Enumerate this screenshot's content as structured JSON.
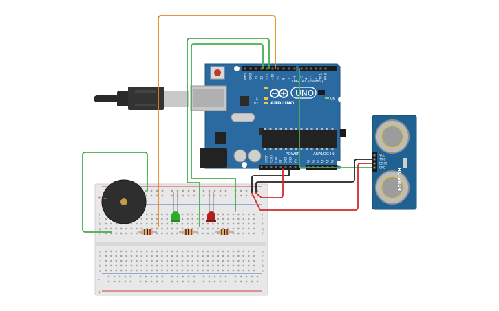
{
  "colors": {
    "background": "#ffffff",
    "board": "#2b6aa0",
    "board_edge": "#1f557f",
    "breadboard": "#e8e8e8",
    "breadboard_hole": "#a3a3a3",
    "rail_red": "#d63c3c",
    "rail_blue": "#4b6fb2",
    "wire_orange": "#e5871e",
    "wire_green": "#44b04b",
    "wire_black": "#222222",
    "wire_red": "#d62929",
    "sensor_board": "#1f6292",
    "sensor_can": "#bcbcbc",
    "usb_plug": "#2a2a2a",
    "usb_metal": "#c9c9c9",
    "led_green": "#2dab2d",
    "led_red": "#b11e1e",
    "buzzer": "#2e2e2e",
    "resistor_body": "#d6b079"
  },
  "arduino": {
    "model_text": "UNO",
    "brand_text": "ARDUINO",
    "digital_header_label": "DIGITAL (PWM~)",
    "analog_header_label": "ANALOG IN",
    "power_header_label": "POWER",
    "on_label": "ON",
    "l_label": "L",
    "tx_label": "TX",
    "rx_label": "RX",
    "digital_pin_labels": [
      "AREF",
      "GND",
      "13",
      "12",
      "~11",
      "~10",
      "~9",
      "8",
      "7",
      "~6",
      "~5",
      "4",
      "~3",
      "2",
      "TX 1",
      "RX 0"
    ],
    "power_pin_labels": [
      "IOREF",
      "RESET",
      "3.3V",
      "5V",
      "GND",
      "GND",
      "Vin"
    ],
    "analog_pin_labels": [
      "A0",
      "A1",
      "A2",
      "A3",
      "A4",
      "A5"
    ]
  },
  "sensor": {
    "model_text": "HC-SR04",
    "pin_labels": [
      "VCC",
      "TRIG",
      "ECHO",
      "GND"
    ]
  },
  "breadboard": {
    "row_letters_top": [
      "j",
      "i",
      "h",
      "g",
      "f"
    ],
    "row_letters_bottom": [
      "e",
      "d",
      "c",
      "b",
      "a"
    ],
    "column_count": 30,
    "plus_label": "+",
    "minus_label": "-"
  },
  "components": {
    "leds": [
      "green",
      "red"
    ],
    "resistor_count": 3,
    "buzzer_count": 1
  }
}
